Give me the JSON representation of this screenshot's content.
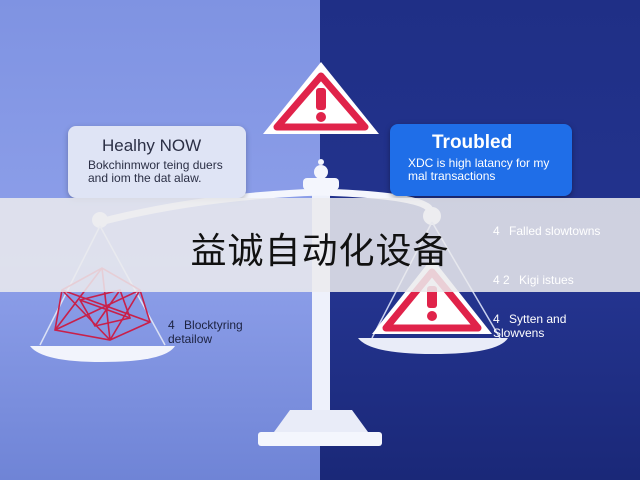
{
  "panels": {
    "left": {
      "title": "Healhy NOW",
      "body": "Bokchinmwor teing duers and iom the dat alaw.",
      "note_marker": "4",
      "note": "Blocktyring detailow"
    },
    "right": {
      "title": "Troubled",
      "body": "XDC is high latancy for my mal transactions",
      "items": [
        {
          "marker": "4",
          "text": "Falled slowtowns"
        },
        {
          "marker": "4 2",
          "text": "Kigi istues"
        },
        {
          "marker": "4",
          "text": "Sytten and Slowvens"
        }
      ]
    }
  },
  "banner": {
    "text": "益诚自动化设备"
  },
  "colors": {
    "left_bg": "#8a9ce8",
    "right_bg": "#22328c",
    "warning_red": "#e0234a",
    "card_blue": "#1f6ee8"
  },
  "icons": [
    "warning-triangle-icon",
    "network-web-icon",
    "balance-scale-icon"
  ]
}
